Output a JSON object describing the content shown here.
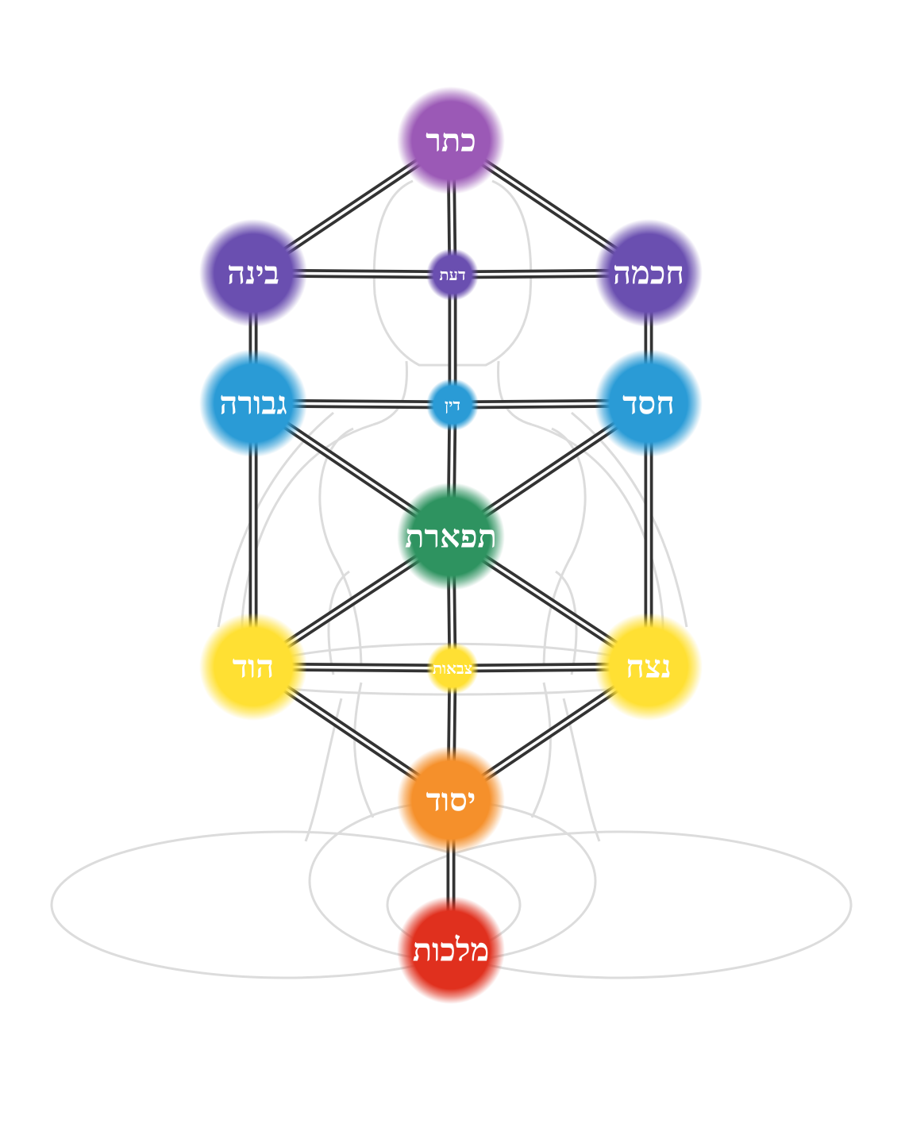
{
  "colors": {
    "purple": "#9b59b6",
    "indigo": "#6a4fb0",
    "blue": "#2a9bd6",
    "green": "#2e9360",
    "yellow": "#ffe033",
    "orange": "#f5902b",
    "red": "#e0301e",
    "figure_outline": "#dcdcdc",
    "path_line": "#333333"
  },
  "nodes": [
    {
      "id": "keter",
      "label": "כתר",
      "color": "purple",
      "size": "large"
    },
    {
      "id": "binah",
      "label": "בינה",
      "color": "indigo",
      "size": "large"
    },
    {
      "id": "daat",
      "label": "דעת",
      "color": "indigo",
      "size": "small"
    },
    {
      "id": "chochmah",
      "label": "חכמה",
      "color": "indigo",
      "size": "large"
    },
    {
      "id": "gevurah",
      "label": "גבורה",
      "color": "blue",
      "size": "large"
    },
    {
      "id": "din",
      "label": "דין",
      "color": "blue",
      "size": "small"
    },
    {
      "id": "chesed",
      "label": "חסד",
      "color": "blue",
      "size": "large"
    },
    {
      "id": "tiferet",
      "label": "תפארת",
      "color": "green",
      "size": "large"
    },
    {
      "id": "hod",
      "label": "הוד",
      "color": "yellow",
      "size": "large"
    },
    {
      "id": "tzevaot",
      "label": "צבאות",
      "color": "yellow",
      "size": "small"
    },
    {
      "id": "netzach",
      "label": "נצח",
      "color": "yellow",
      "size": "large"
    },
    {
      "id": "yesod",
      "label": "יסוד",
      "color": "orange",
      "size": "large"
    },
    {
      "id": "malchut",
      "label": "מלכות",
      "color": "red",
      "size": "large"
    }
  ],
  "paths": [
    [
      "keter",
      "binah"
    ],
    [
      "keter",
      "chochmah"
    ],
    [
      "keter",
      "daat"
    ],
    [
      "binah",
      "daat"
    ],
    [
      "daat",
      "chochmah"
    ],
    [
      "daat",
      "din"
    ],
    [
      "binah",
      "gevurah"
    ],
    [
      "chochmah",
      "chesed"
    ],
    [
      "gevurah",
      "din"
    ],
    [
      "din",
      "chesed"
    ],
    [
      "din",
      "tiferet"
    ],
    [
      "gevurah",
      "tiferet"
    ],
    [
      "chesed",
      "tiferet"
    ],
    [
      "gevurah",
      "hod"
    ],
    [
      "chesed",
      "netzach"
    ],
    [
      "tiferet",
      "hod"
    ],
    [
      "tiferet",
      "netzach"
    ],
    [
      "tiferet",
      "tzevaot"
    ],
    [
      "hod",
      "tzevaot"
    ],
    [
      "tzevaot",
      "netzach"
    ],
    [
      "tzevaot",
      "yesod"
    ],
    [
      "hod",
      "yesod"
    ],
    [
      "netzach",
      "yesod"
    ],
    [
      "yesod",
      "malchut"
    ]
  ]
}
